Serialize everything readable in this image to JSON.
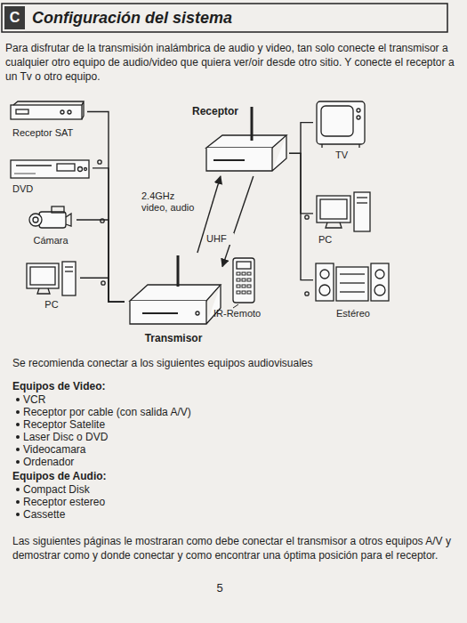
{
  "diagram": {
    "title": "Configuración del sistema",
    "nodes": [
      {
        "text": [
          "Receptor SAT"
        ]
      },
      {
        "text": [
          "Receptor"
        ]
      },
      {
        "text": [
          "TV"
        ]
      },
      {
        "text": [
          "DVD"
        ]
      },
      {
        "text": [
          "Cámara"
        ]
      },
      {
        "text": [
          "PC"
        ]
      },
      {
        "text": [
          "PC"
        ]
      },
      {
        "text": [
          "Estéreo"
        ]
      },
      {
        "text": [
          "Transmisor"
        ]
      }
    ],
    "edges": [
      {
        "from": 0,
        "to": 8,
        "arrow": "none"
      },
      {
        "from": 3,
        "to": 8,
        "arrow": "none"
      },
      {
        "from": 4,
        "to": 8,
        "arrow": "none"
      },
      {
        "from": 6,
        "to": 8,
        "arrow": "none"
      },
      {
        "from": 8,
        "to": 1,
        "label": "2.4GHz video, audio",
        "arrow": "to"
      },
      {
        "from": 1,
        "to": 8,
        "label": "UHF",
        "arrow": "to"
      },
      {
        "from": 1,
        "to": 2,
        "arrow": "none"
      },
      {
        "from": 1,
        "to": 5,
        "arrow": "none"
      },
      {
        "from": 1,
        "to": 7,
        "arrow": "none"
      }
    ],
    "labels": [
      "C",
      "Para disfrutar de la transmisión inalámbrica de audio y video, tan solo conecte el transmisor a cualquier otro equipo de audio/video que quiera ver/oir desde otro sitio. Y conecte el receptor a un Tv o otro equipo.",
      "IR-Remoto",
      "Se recomienda conectar a los siguientes equipos audiovisuales",
      "Equipos de Video:",
      "VCR",
      "Receptor por cable (con salida A/V)",
      "Receptor Satelite",
      "Laser Disc o DVD",
      "Videocamara",
      "Ordenador",
      "Equipos de Audio:",
      "Compact Disk",
      "Receptor estereo",
      "Cassette",
      "Las siguientes páginas le mostraran como debe conectar el transmisor a otros equipos A/V y demostrar como y donde conectar y como encontrar una óptima posición para el receptor.",
      "5"
    ]
  }
}
